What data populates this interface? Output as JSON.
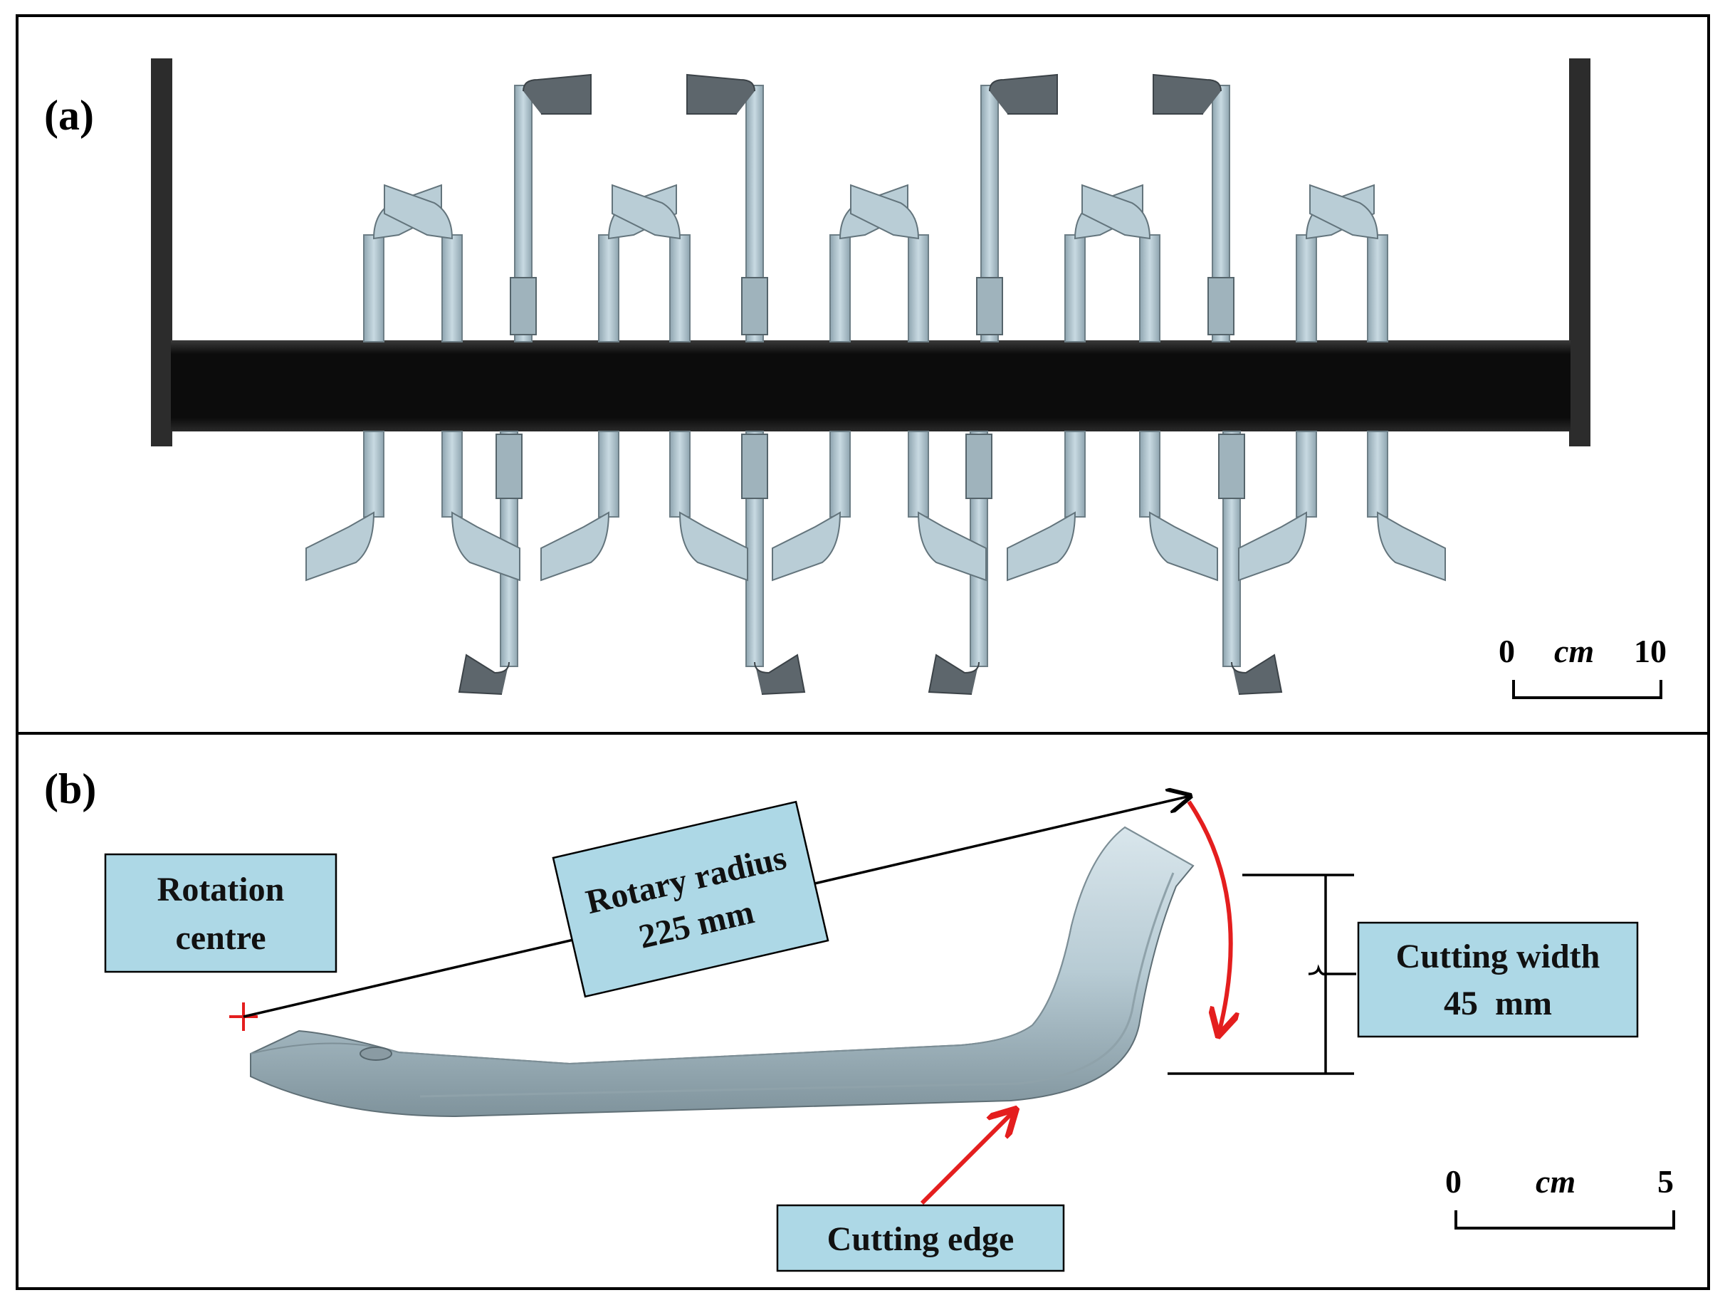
{
  "panel_a": {
    "label": "(a)",
    "scale_bar": {
      "start": "0",
      "unit": "cm",
      "end": "10"
    }
  },
  "panel_b": {
    "label": "(b)",
    "rotation_centre": {
      "line1": "Rotation",
      "line2": "centre"
    },
    "rotary_radius": {
      "line1": "Rotary radius",
      "line2": "225 mm"
    },
    "cutting_width": {
      "line1": "Cutting width",
      "line2": "45  mm"
    },
    "cutting_edge": "Cutting edge",
    "scale_bar": {
      "start": "0",
      "unit": "cm",
      "end": "5"
    }
  },
  "colors": {
    "blade_light": "#b9cdd6",
    "blade_dark": "#5d666c",
    "shaft": "#141414",
    "callout_fill": "#add8e6",
    "arrow_red": "#e41e1e"
  }
}
